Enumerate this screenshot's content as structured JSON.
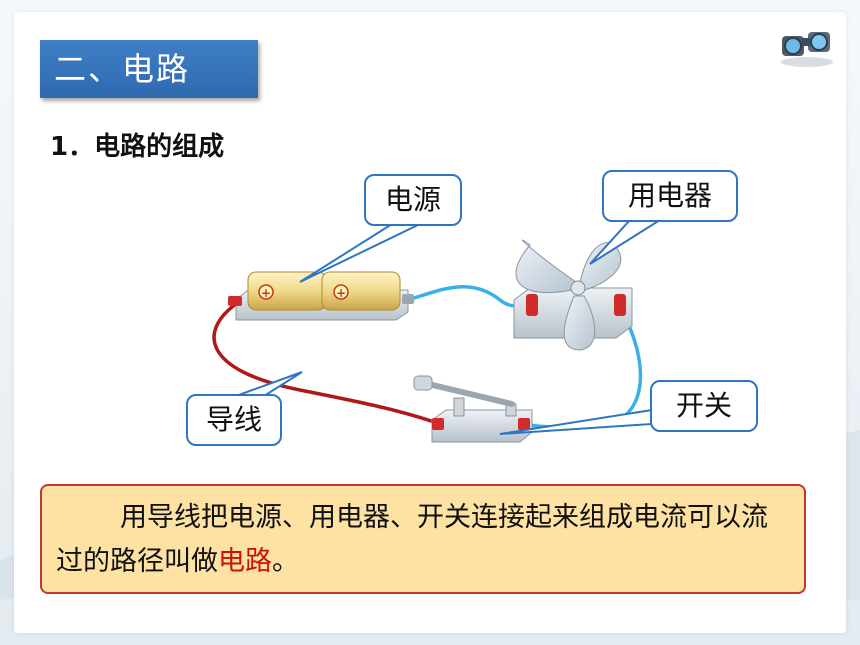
{
  "heading": {
    "title": "二、电路"
  },
  "section": {
    "subtitle": "1．电路的组成"
  },
  "callouts": {
    "source": "电源",
    "device": "用电器",
    "wire": "导线",
    "switch": "开关"
  },
  "definition": {
    "text_before": "用导线把电源、用电器、开关连接起来组成电流可以流过的路径叫做",
    "keyword": "电路",
    "text_after": "。"
  },
  "icons": [
    "binoculars-icon",
    "battery-icon",
    "fan-icon",
    "switch-icon"
  ],
  "colors": {
    "title_bg": "#3576bd",
    "definition_bg": "#fde2a4",
    "definition_border": "#c0392b",
    "keyword": "#cc1111",
    "wire_red": "#b01818",
    "wire_blue": "#3ab0e8"
  }
}
